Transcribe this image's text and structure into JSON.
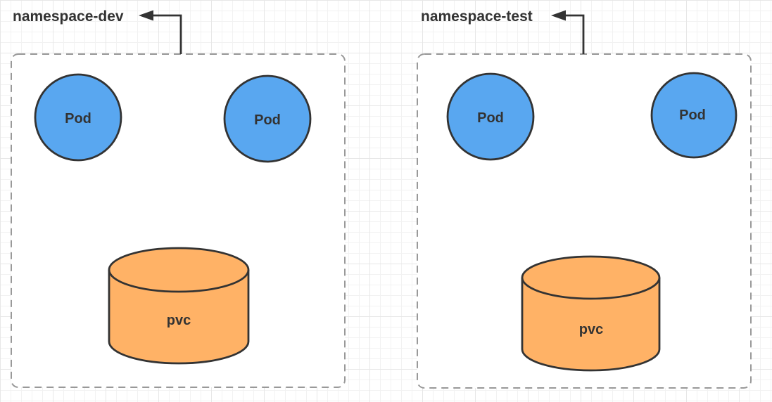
{
  "diagram": {
    "namespaces": [
      {
        "label": "namespace-dev",
        "pods": [
          {
            "label": "Pod"
          },
          {
            "label": "Pod"
          }
        ],
        "pvc": {
          "label": "pvc"
        }
      },
      {
        "label": "namespace-test",
        "pods": [
          {
            "label": "Pod"
          },
          {
            "label": "Pod"
          }
        ],
        "pvc": {
          "label": "pvc"
        }
      }
    ]
  },
  "colors": {
    "background": "#ffffff",
    "grid_minor": "#f2f2f2",
    "grid_major": "#e7e7e7",
    "namespace_fill": "#ffffff",
    "namespace_border": "#999999",
    "pod_fill": "#59a7f0",
    "pod_stroke": "#333333",
    "pvc_fill": "#ffb266",
    "pvc_stroke": "#333333",
    "arrow": "#333333",
    "text": "#333333"
  }
}
